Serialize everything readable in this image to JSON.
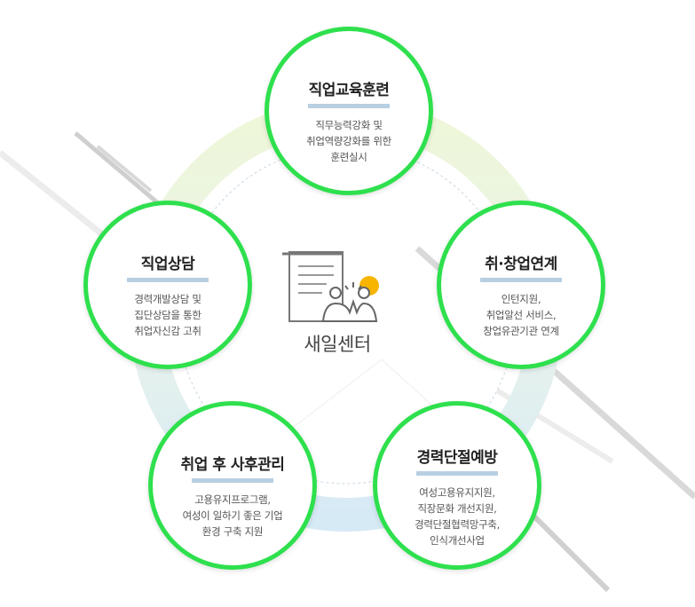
{
  "center": {
    "label": "새일센터"
  },
  "nodes": [
    {
      "title": "직업교육훈련",
      "lines": [
        "직무능력강화 및",
        "취업역량강화를 위한",
        "훈련실시"
      ]
    },
    {
      "title": "취·창업연계",
      "lines": [
        "인턴지원,",
        "취업알선 서비스,",
        "창업유관기관 연계"
      ]
    },
    {
      "title": "경력단절예방",
      "lines": [
        "여성고용유지지원,",
        "직장문화 개선지원,",
        "경력단절협력망구축,",
        "인식개선사업"
      ]
    },
    {
      "title": "취업 후 사후관리",
      "lines": [
        "고용유지프로그램,",
        "여성이 일하기 좋은 기업",
        "환경 구축 지원"
      ]
    },
    {
      "title": "직업상담",
      "lines": [
        "경력개발상담 및",
        "집단상담을 통한",
        "취업자신감 고취"
      ]
    }
  ],
  "colors": {
    "ring_border": "#2ee04d",
    "underline": "#b8cfe2",
    "accent_dot": "#f7b500"
  }
}
